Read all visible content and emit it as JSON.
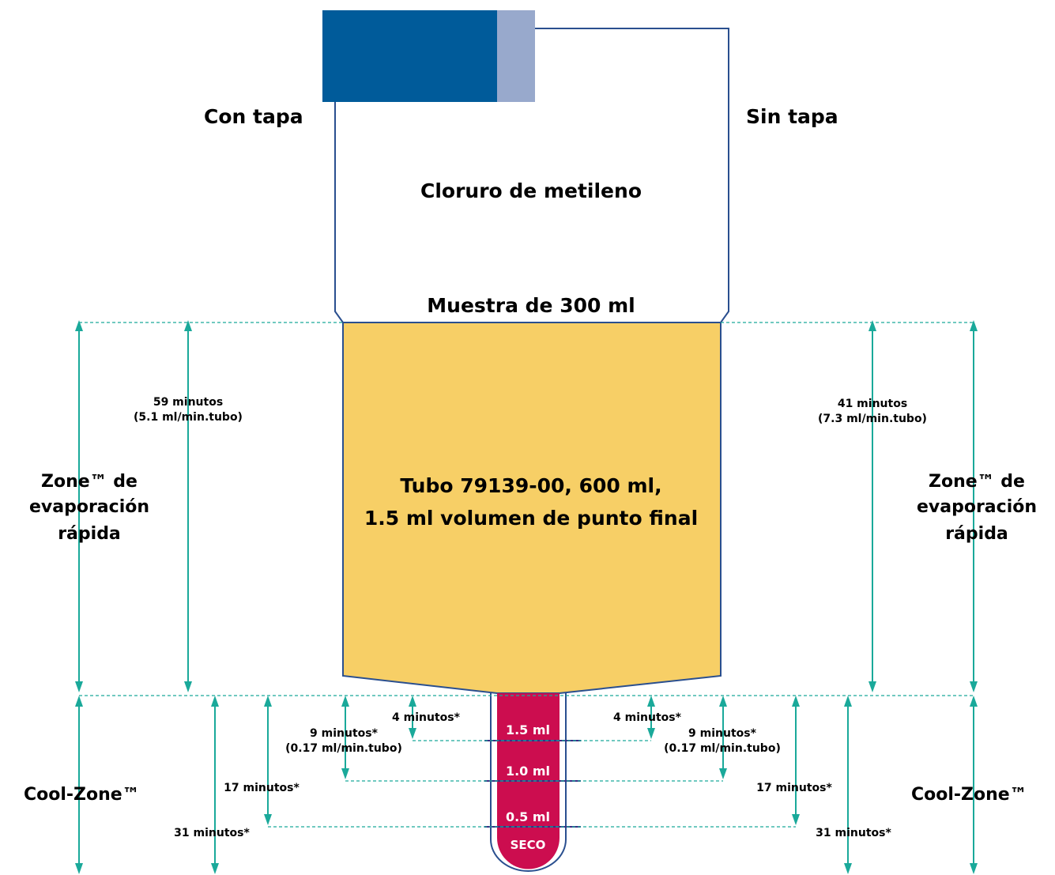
{
  "labels": {
    "con_tapa": "Con tapa",
    "sin_tapa": "Sin tapa",
    "solvent": "Cloruro de metileno",
    "sample": "Muestra de 300 ml",
    "tube_line1": "Tubo 79139-00, 600 ml,",
    "tube_line2": "1.5 ml volumen de punto final",
    "fast_zone_left": [
      "Zone™ de",
      "evaporación",
      "rápida"
    ],
    "fast_zone_right": [
      "Zone™ de",
      "evaporación",
      "rápida"
    ],
    "cool_zone_left": "Cool-Zone™",
    "cool_zone_right": "Cool-Zone™"
  },
  "tube_marks": {
    "m15": "1.5 ml",
    "m10": "1.0 ml",
    "m05": "0.5 ml",
    "dry": "SECO"
  },
  "left": {
    "fast_time": "59 minutos",
    "fast_rate": "(5.1 ml/min.tubo)",
    "t4": "4 minutos*",
    "t9": "9 minutos*",
    "t9_rate": "(0.17 ml/min.tubo)",
    "t17": "17 minutos*",
    "t31": "31 minutos*"
  },
  "right": {
    "fast_time": "41 minutos",
    "fast_rate": "(7.3 ml/min.tubo)",
    "t4": "4 minutos*",
    "t9": "9 minutos*",
    "t9_rate": "(0.17 ml/min.tubo)",
    "t17": "17 minutos*",
    "t31": "31 minutos*"
  },
  "colors": {
    "cap_dark": "#005b9a",
    "cap_light": "#98a9cc",
    "tube_body": "#f7cf66",
    "tube_outline": "#2a4f8f",
    "stem_fill": "#cc0d4f",
    "arrow": "#1aa99a",
    "mark_line": "#3b2d86"
  }
}
